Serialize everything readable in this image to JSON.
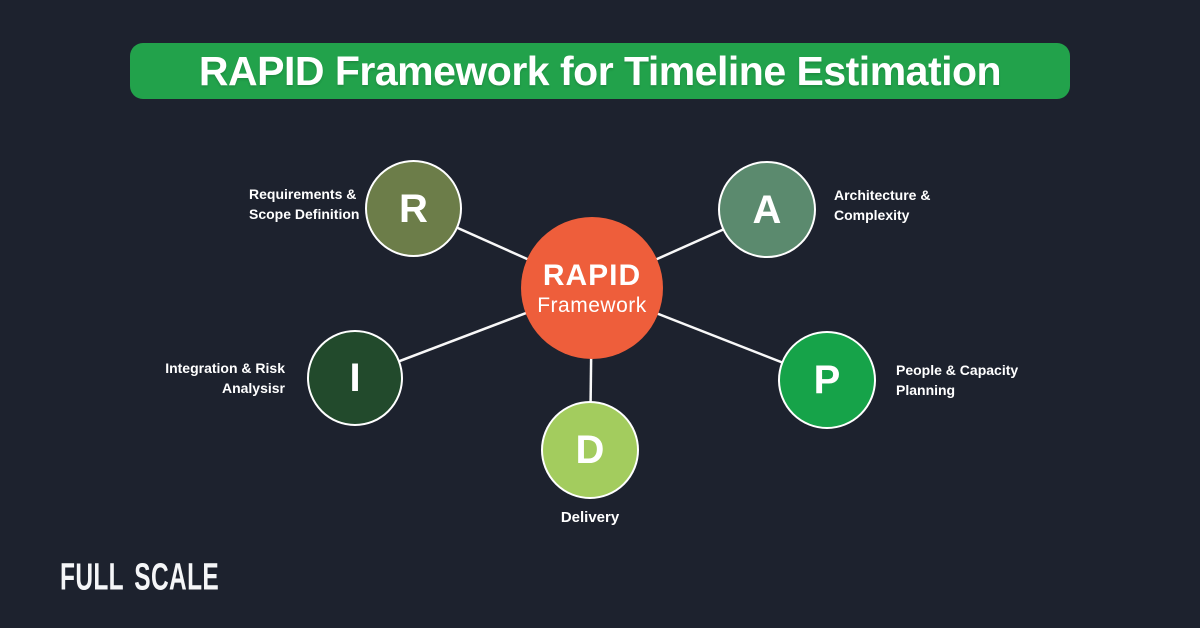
{
  "background_color": "#1d222e",
  "banner": {
    "title": "RAPID Framework for Timeline Estimation",
    "bg_color": "#22a24b"
  },
  "diagram": {
    "center": {
      "title": "RAPID",
      "subtitle": "Framework",
      "color": "#ee5e3b"
    },
    "nodes": [
      {
        "letter": "R",
        "color": "#6c7d49",
        "label_line1": "Requirements &",
        "label_line2": "Scope Definition"
      },
      {
        "letter": "A",
        "color": "#5b8a6e",
        "label_line1": "Architecture &",
        "label_line2": "Complexity"
      },
      {
        "letter": "I",
        "color": "#224a2c",
        "label_line1": "Integration & Risk",
        "label_line2": "Analysisr"
      },
      {
        "letter": "P",
        "color": "#16a349",
        "label_line1": "People & Capacity",
        "label_line2": "Planning"
      },
      {
        "letter": "D",
        "color": "#a3cc5e",
        "label": "Delivery"
      }
    ],
    "line_color": "#f8f8f8"
  },
  "footer": {
    "logo_text": "FULL SCALE"
  }
}
